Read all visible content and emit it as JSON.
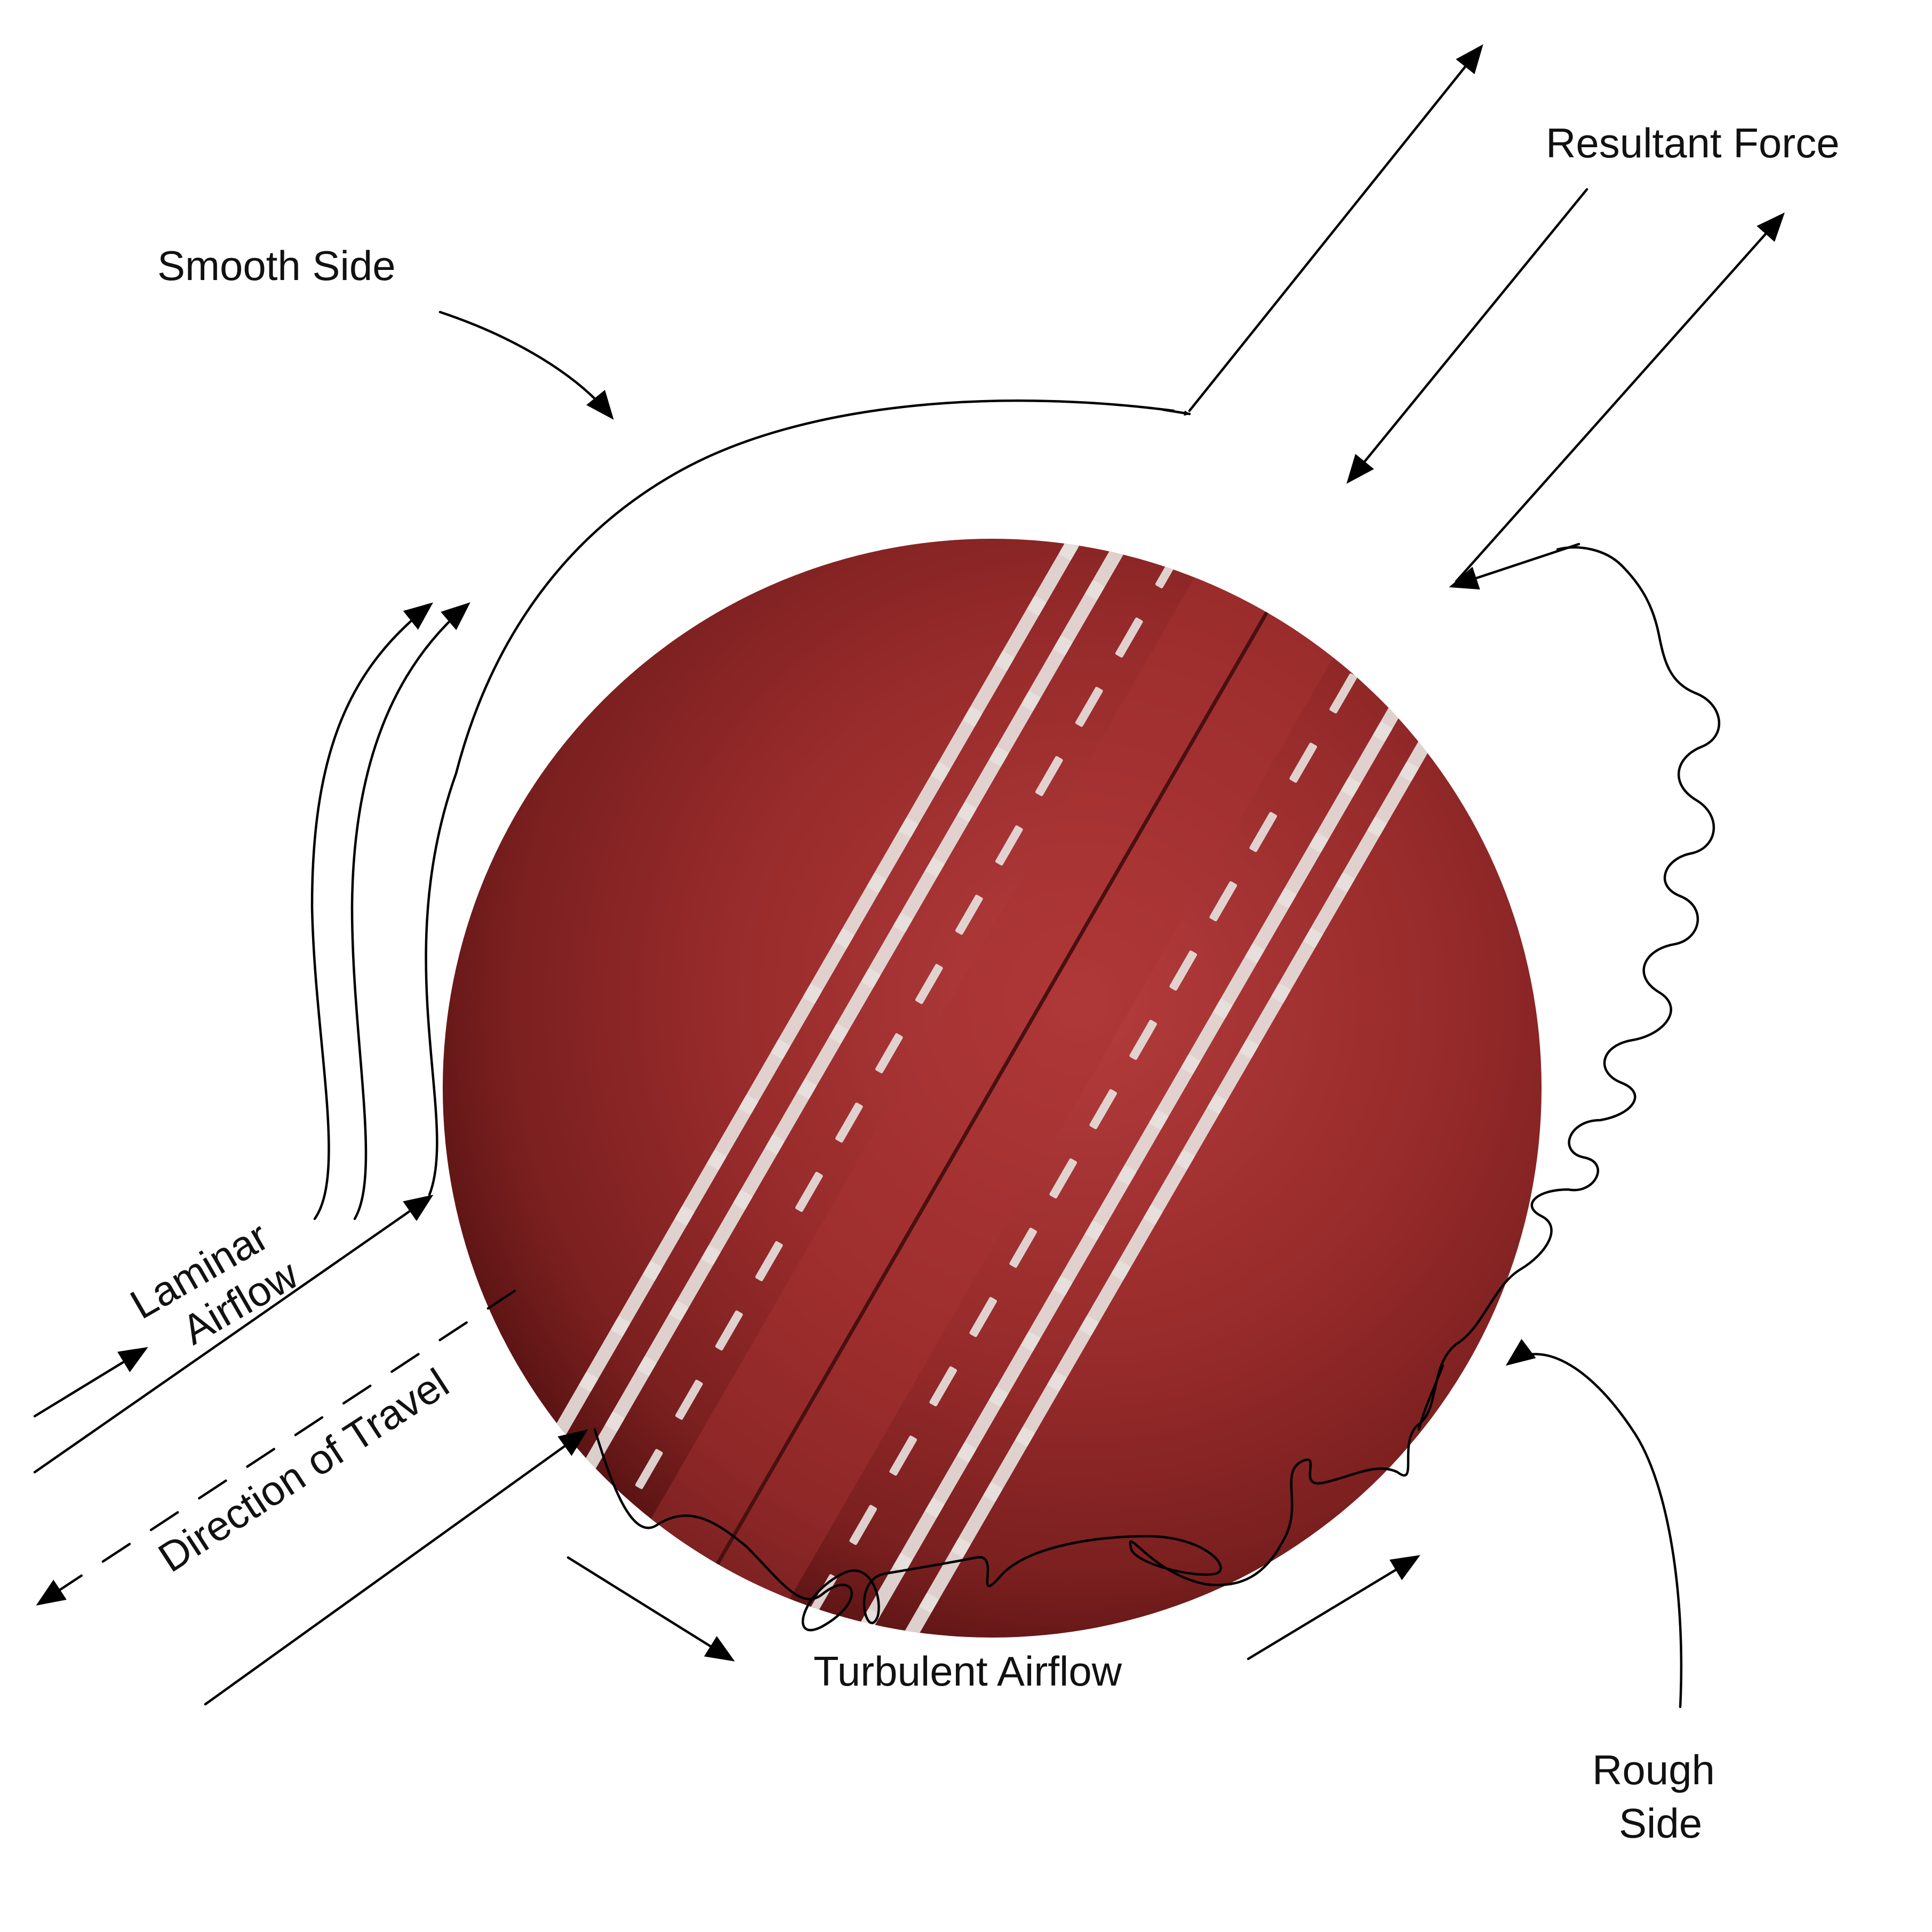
{
  "labels": {
    "smooth_side": "Smooth Side",
    "resultant_force": "Resultant Force",
    "laminar_line1": "Laminar",
    "laminar_line2": "Airflow",
    "direction_of_travel": "Direction of Travel",
    "turbulent_airflow": "Turbulent Airflow",
    "rough_line1": "Rough",
    "rough_line2": "Side"
  },
  "colors": {
    "ball_light": "#b13a3a",
    "ball_base": "#962a2a",
    "ball_dark": "#5e1414",
    "seam_line": "#4a1010",
    "stitch": "#e6e0dc",
    "ink": "#000000"
  }
}
